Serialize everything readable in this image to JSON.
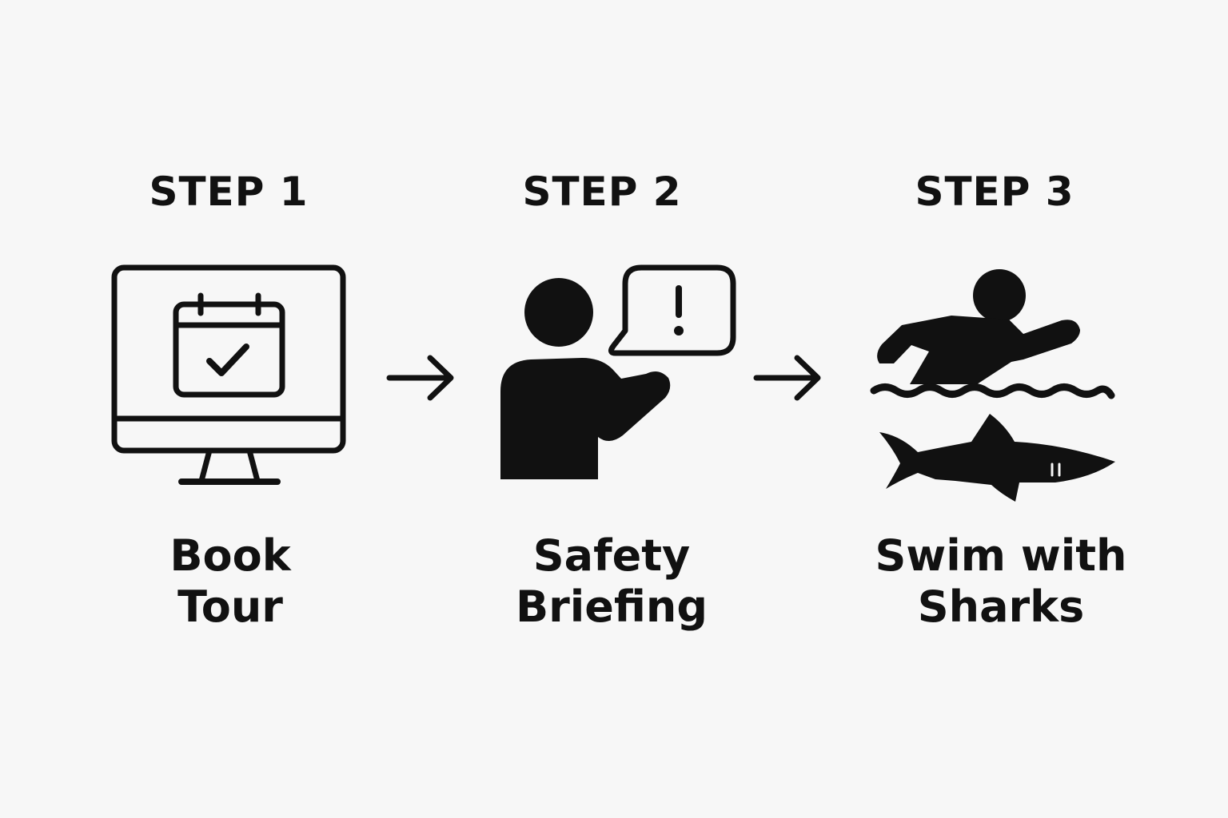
{
  "colors": {
    "background": "#f7f7f7",
    "ink": "#111111"
  },
  "steps": [
    {
      "heading": "STEP 1",
      "caption_lines": [
        "Book",
        "Tour"
      ],
      "icon": "computer-calendar-icon"
    },
    {
      "heading": "STEP 2",
      "caption_lines": [
        "Safety",
        "Briefing"
      ],
      "icon": "person-speech-alert-icon"
    },
    {
      "heading": "STEP 3",
      "caption_lines": [
        "Swim with",
        "Sharks"
      ],
      "icon": "swimmer-shark-icon"
    }
  ],
  "connectors": [
    {
      "from": "STEP 1",
      "to": "STEP 2",
      "icon": "arrow-right-icon"
    },
    {
      "from": "STEP 2",
      "to": "STEP 3",
      "icon": "arrow-right-icon"
    }
  ]
}
